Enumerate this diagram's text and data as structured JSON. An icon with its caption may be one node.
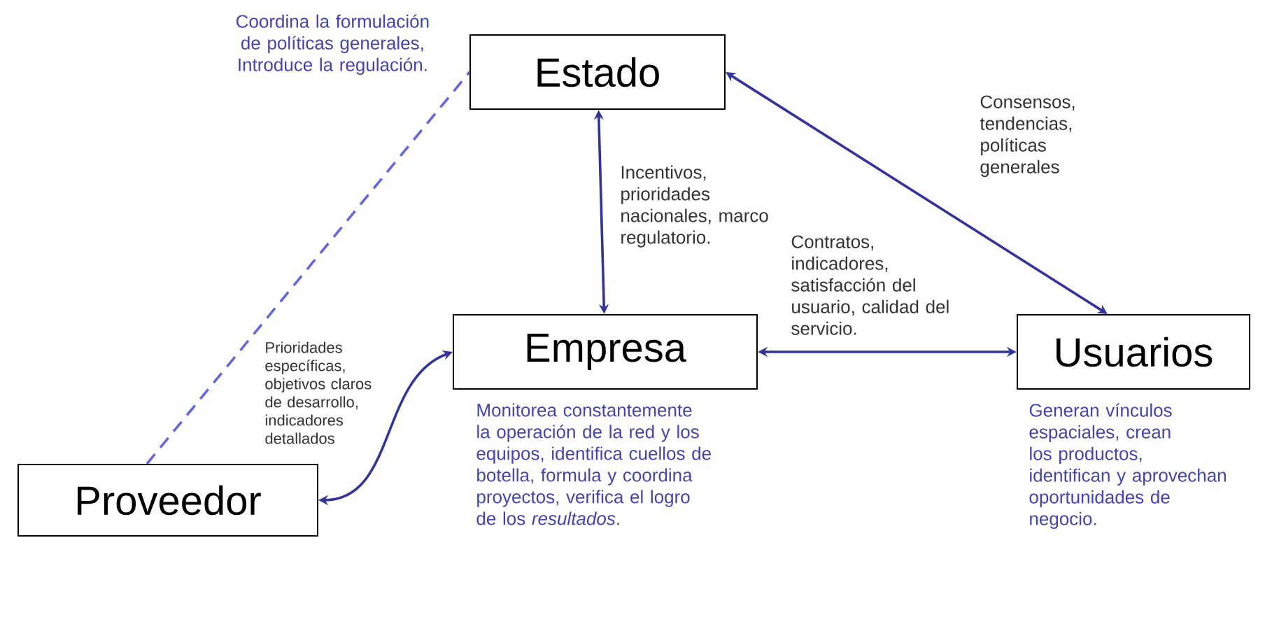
{
  "diagram": {
    "nodes": [
      {
        "text": [
          "Estado"
        ],
        "beside": [
          "Coordina la formulación de políticas generales, Introduce la regulación."
        ]
      },
      {
        "text": [
          "Empresa"
        ],
        "beside": [
          "Monitorea constantemente la operación de la red y los equipos, identifica cuellos de botella, formula y coordina proyectos, verifica el logro de los *resultados*."
        ]
      },
      {
        "text": [
          "Usuarios"
        ],
        "beside": [
          "Generan vínculos espaciales, crean los productos, identifican y aprovechan oportunidades de negocio."
        ]
      },
      {
        "text": [
          "Proveedor"
        ]
      }
    ],
    "edges": [
      {
        "from": 0,
        "to": 1,
        "arrow": "both",
        "label": "Incentivos, prioridades nacionales, marco regulatorio."
      },
      {
        "from": 0,
        "to": 2,
        "arrow": "both",
        "label": "Consensos, tendencias, políticas generales"
      },
      {
        "from": 1,
        "to": 2,
        "arrow": "both",
        "label": "Contratos, indicadores, satisfacción del usuario, calidad del servicio."
      },
      {
        "from": 3,
        "to": 1,
        "arrow": "both",
        "label": "Prioridades específicas, objetivos claros de desarrollo, indicadores detallados"
      },
      {
        "from": 3,
        "to": 0,
        "arrow": "none",
        "style": "dashed",
        "color": "#6666dd"
      }
    ]
  }
}
